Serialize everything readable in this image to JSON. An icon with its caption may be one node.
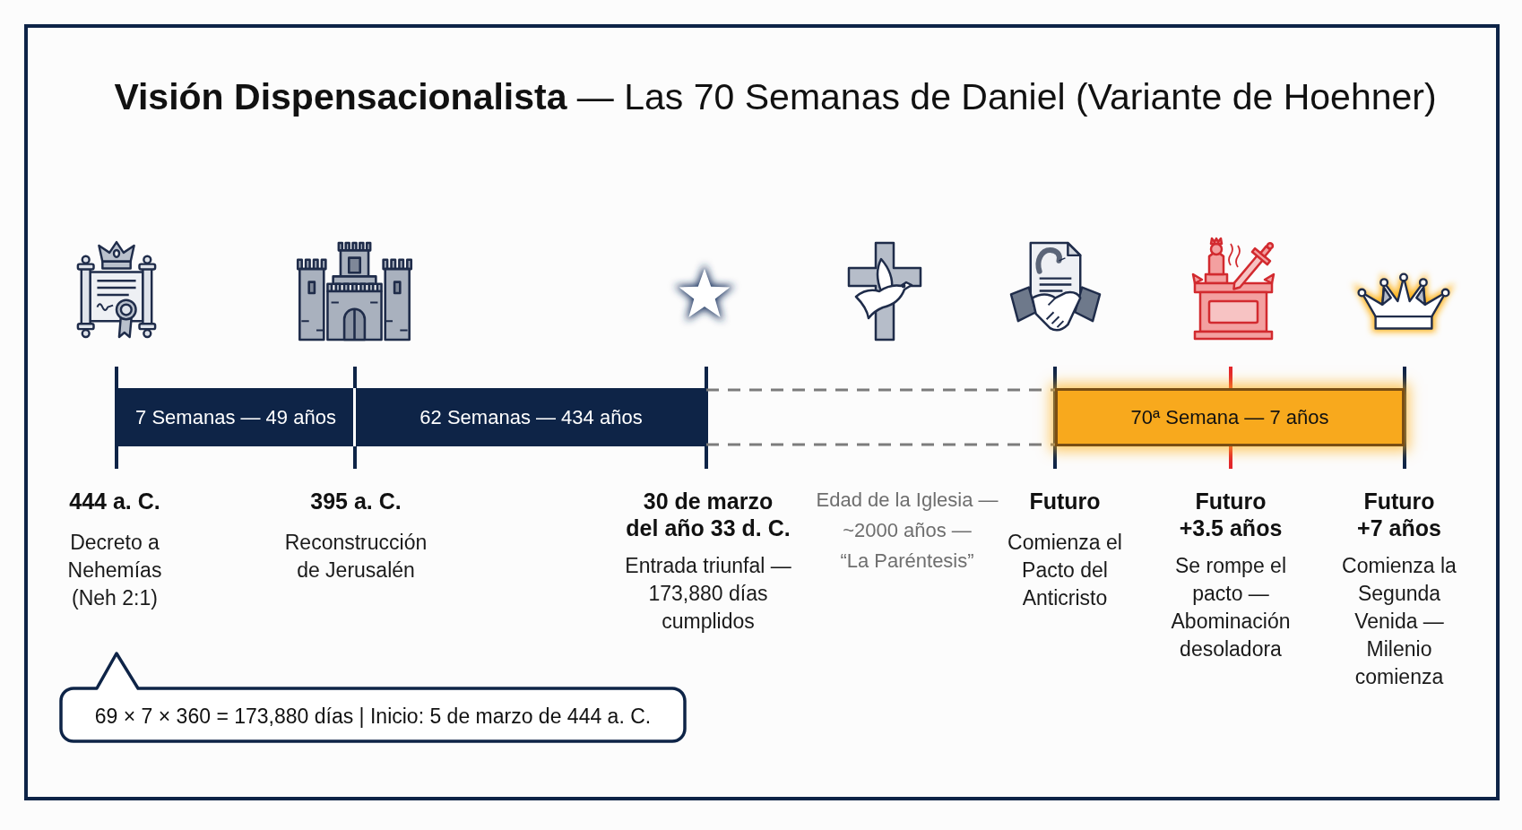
{
  "diagram": {
    "title": "**Visión Dispensacionalista** — Las 70 Semanas de Daniel (Variante de Hoehner)",
    "nodes": [
      {
        "text": [
          "7 Semanas — 49 años"
        ]
      },
      {
        "text": [
          "62 Semanas — 434 años"
        ]
      },
      {
        "text": [],
        "shape": "bar",
        "beside": [
          "Edad de la Iglesia — ~2000 años — “La Paréntesis”"
        ]
      },
      {
        "text": [
          "70ª Semana — 7 años"
        ]
      },
      {
        "text": [
          "69 × 7 × 360 = 173,880 días | Inicio: 5 de marzo de 444 a. C."
        ]
      }
    ],
    "labels": [
      "444 a. C.",
      "Decreto a Nehemías (Neh 2:1)",
      "395 a. C.",
      "Reconstrucción de Jerusalén",
      "30 de marzo del año 33 d. C.",
      "Entrada triunfal — 173,880 días cumplidos",
      "Futuro",
      "Comienza el Pacto del Anticristo",
      "Futuro +3.5 años",
      "Se rompe el pacto — Abominación desoladora",
      "Futuro +7 años",
      "Comienza la Segunda Venida — Milenio comienza"
    ]
  }
}
